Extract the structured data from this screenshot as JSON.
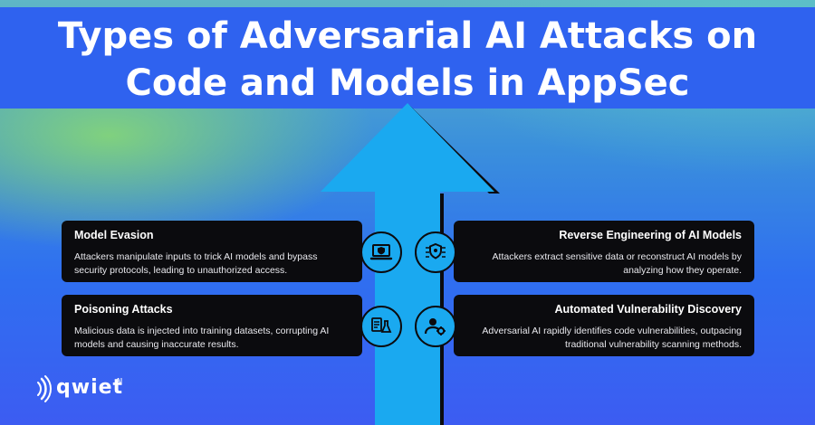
{
  "title_line1": "Types of Adversarial AI Attacks on",
  "title_line2": "Code and Models in AppSec",
  "colors": {
    "accent_blue": "#1aa9f0",
    "card_bg": "#0b0b0e",
    "title_band": "#2f62ef"
  },
  "cards": [
    {
      "title": "Model Evasion",
      "text": "Attackers manipulate inputs to trick AI models and bypass security protocols, leading to unauthorized access.",
      "icon": "laptop-shield-icon"
    },
    {
      "title": "Reverse Engineering of AI Models",
      "text": "Attackers extract sensitive data or reconstruct AI models by analyzing how they operate.",
      "icon": "circuit-shield-icon"
    },
    {
      "title": "Poisoning Attacks",
      "text": "Malicious data is injected into training datasets, corrupting AI models and causing inaccurate results.",
      "icon": "data-flask-icon"
    },
    {
      "title": "Automated Vulnerability Discovery",
      "text": "Adversarial AI rapidly identifies code vulnerabilities, outpacing traditional vulnerability scanning methods.",
      "icon": "user-gear-icon"
    }
  ],
  "logo": {
    "text": "qwiet",
    "sup": "AI"
  }
}
